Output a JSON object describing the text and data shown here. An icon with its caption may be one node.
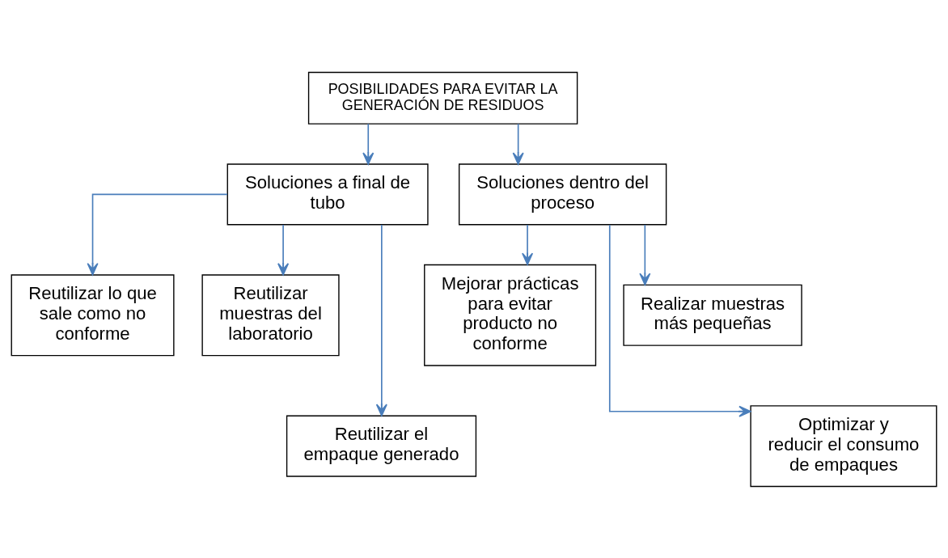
{
  "diagram": {
    "nodes": [
      {
        "text": [
          "POSIBILIDADES PARA EVITAR LA GENERACIÓN DE RESIDUOS"
        ]
      },
      {
        "text": [
          "Soluciones a final de tubo"
        ]
      },
      {
        "text": [
          "Soluciones dentro del proceso"
        ]
      },
      {
        "text": [
          "Reutilizar lo que sale como no conforme"
        ]
      },
      {
        "text": [
          "Reutilizar muestras del laboratorio"
        ]
      },
      {
        "text": [
          "Mejorar prácticas para evitar producto no conforme"
        ]
      },
      {
        "text": [
          "Realizar muestras más pequeñas"
        ]
      },
      {
        "text": [
          "Reutilizar el empaque generado"
        ]
      },
      {
        "text": [
          "Optimizar y reducir el consumo de empaques"
        ]
      }
    ],
    "edges": [
      {
        "from": 0,
        "to": 1,
        "arrow": "to"
      },
      {
        "from": 0,
        "to": 2,
        "arrow": "to"
      },
      {
        "from": 1,
        "to": 3,
        "arrow": "to"
      },
      {
        "from": 1,
        "to": 7,
        "arrow": "to"
      },
      {
        "from": 1,
        "to": 4,
        "arrow": "to"
      },
      {
        "from": 2,
        "to": 5,
        "arrow": "to"
      },
      {
        "from": 2,
        "to": 8,
        "arrow": "to"
      },
      {
        "from": 2,
        "to": 6,
        "arrow": "to"
      }
    ]
  }
}
